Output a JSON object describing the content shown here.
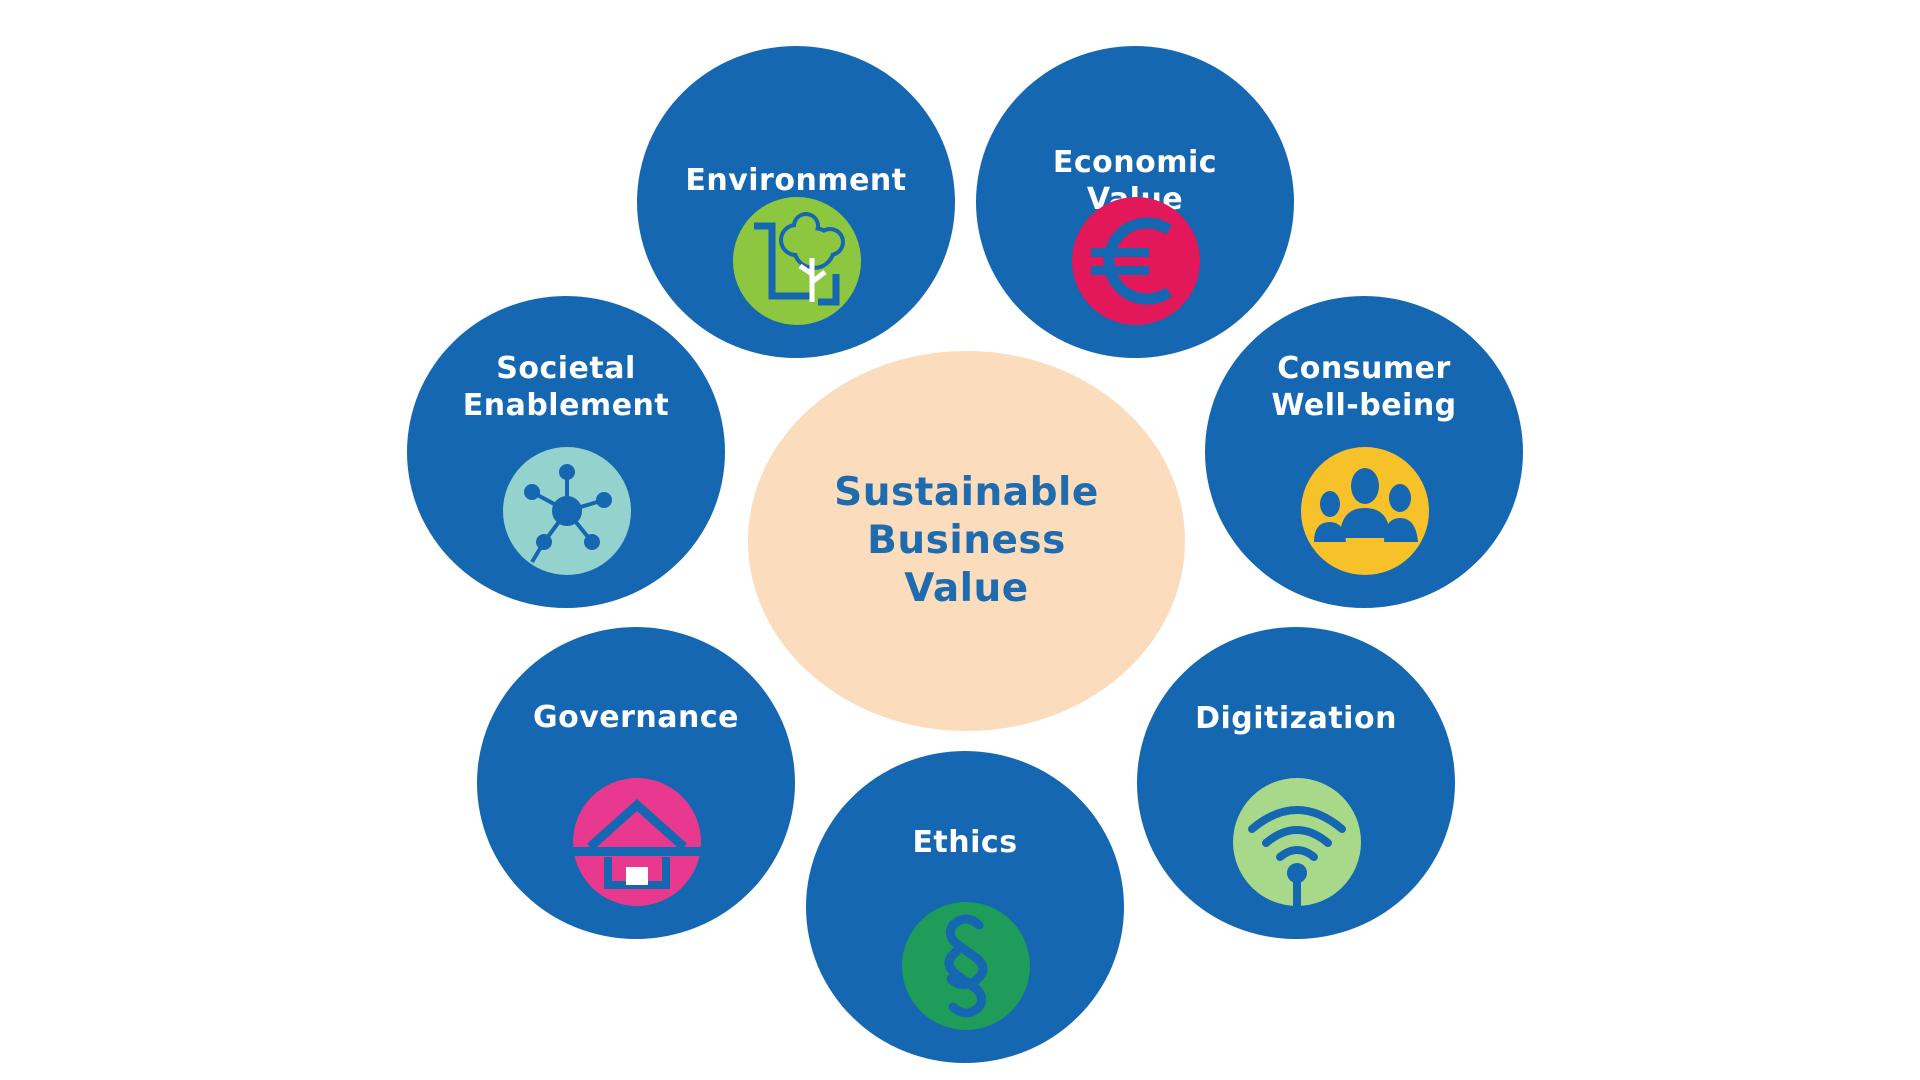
{
  "center": {
    "title_lines": [
      "Sustainable",
      "Business",
      "Value"
    ]
  },
  "nodes": {
    "environment": {
      "label_lines": [
        "Environment"
      ],
      "icon": "tree-icon",
      "icon_color": "#8dc63f"
    },
    "economic": {
      "label_lines": [
        "Economic",
        "Value"
      ],
      "icon": "euro-icon",
      "icon_color": "#e3185a"
    },
    "societal": {
      "label_lines": [
        "Societal",
        "Enablement"
      ],
      "icon": "network-icon",
      "icon_color": "#94d2ce"
    },
    "consumer": {
      "label_lines": [
        "Consumer",
        "Well-being"
      ],
      "icon": "people-icon",
      "icon_color": "#f7c12a"
    },
    "governance": {
      "label_lines": [
        "Governance"
      ],
      "icon": "house-icon",
      "icon_color": "#e8398e"
    },
    "digitization": {
      "label_lines": [
        "Digitization"
      ],
      "icon": "wifi-icon",
      "icon_color": "#a8d88a"
    },
    "ethics": {
      "label_lines": [
        "Ethics"
      ],
      "icon": "section-icon",
      "icon_color": "#1f9b5a"
    }
  },
  "colors": {
    "node_fill": "#1467b0",
    "center_fill": "#fbdcbc",
    "center_text": "#1e6bb0"
  }
}
